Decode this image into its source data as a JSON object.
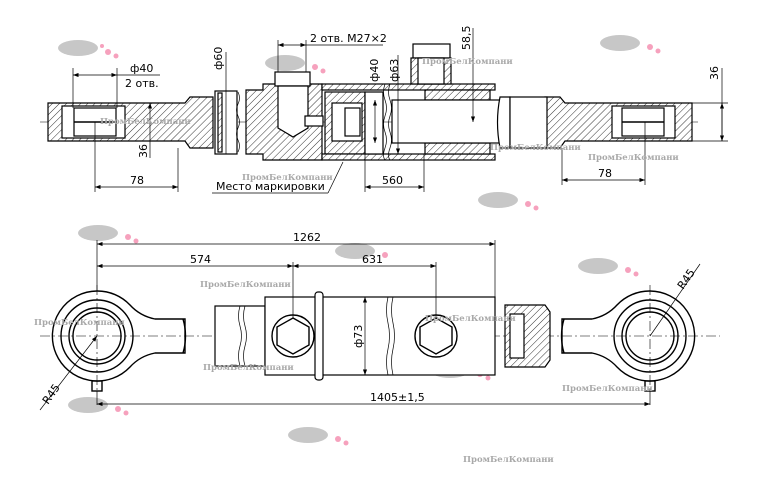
{
  "drawing": {
    "top_view": {
      "eye_bore_left": "ф40",
      "eye_bore_count": "2 отв.",
      "eye_width_left": "36",
      "eye_offset_left": "78",
      "gland_diameter": "ф60",
      "ports": "2 отв. М27×2",
      "rod_diameter": "ф40",
      "bore_diameter": "ф63",
      "port_height": "58,5",
      "eye_width_right": "36",
      "eye_offset_right": "78",
      "stroke": "560",
      "marking_note": "Место маркировки"
    },
    "front_view": {
      "port_span": "1262",
      "port_offset": "574",
      "port_spacing": "631",
      "body_diameter": "ф73",
      "eye_radius_left": "R45",
      "eye_radius_right": "R45",
      "overall_length": "1405±1,5"
    },
    "watermark_text": "ПромБелКомпани",
    "colors": {
      "line": "#000000",
      "watermark": "#a9a9a9",
      "logo": "#d9534f"
    }
  }
}
